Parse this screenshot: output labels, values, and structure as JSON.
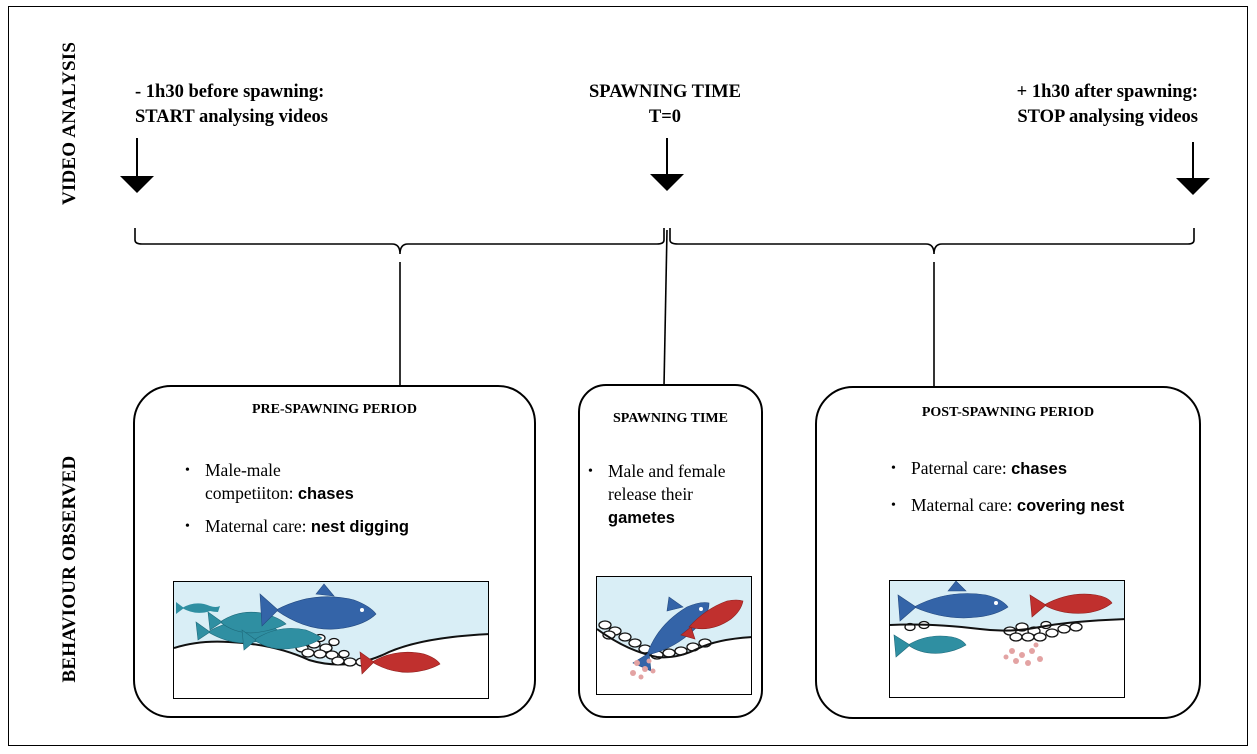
{
  "axis_labels": {
    "video_analysis": "VIDEO ANALYSIS",
    "behaviour_observed": "BEHAVIOUR OBSERVED"
  },
  "timeline": {
    "start": {
      "line1": "- 1h30 before spawning:",
      "line2": "START analysing videos"
    },
    "middle": {
      "line1": "SPAWNING TIME",
      "line2": "T=0"
    },
    "end": {
      "line1": "+ 1h30 after spawning:",
      "line2": "STOP analysing videos"
    }
  },
  "boxes": {
    "pre": {
      "title": "PRE-SPAWNING PERIOD",
      "item1_text_a": "Male-male",
      "item1_text_b": "competiiton: ",
      "item1_bold": "chases",
      "item2_text": "Maternal care: ",
      "item2_bold": "nest digging"
    },
    "spawn": {
      "title": "SPAWNING TIME",
      "item1_text_a": "Male and female",
      "item1_text_b": "release their",
      "item1_bold": "gametes"
    },
    "post": {
      "title": "POST-SPAWNING PERIOD",
      "item1_text": "Paternal care: ",
      "item1_bold": "chases",
      "item2_text": "Maternal care: ",
      "item2_bold": "covering nest"
    }
  },
  "colors": {
    "water": "#d9eef6",
    "male_fish": "#3464a8",
    "female_fish": "#c0302e",
    "competitor_fish": "#2f8fa2",
    "eggs": "#e3a3a3"
  }
}
